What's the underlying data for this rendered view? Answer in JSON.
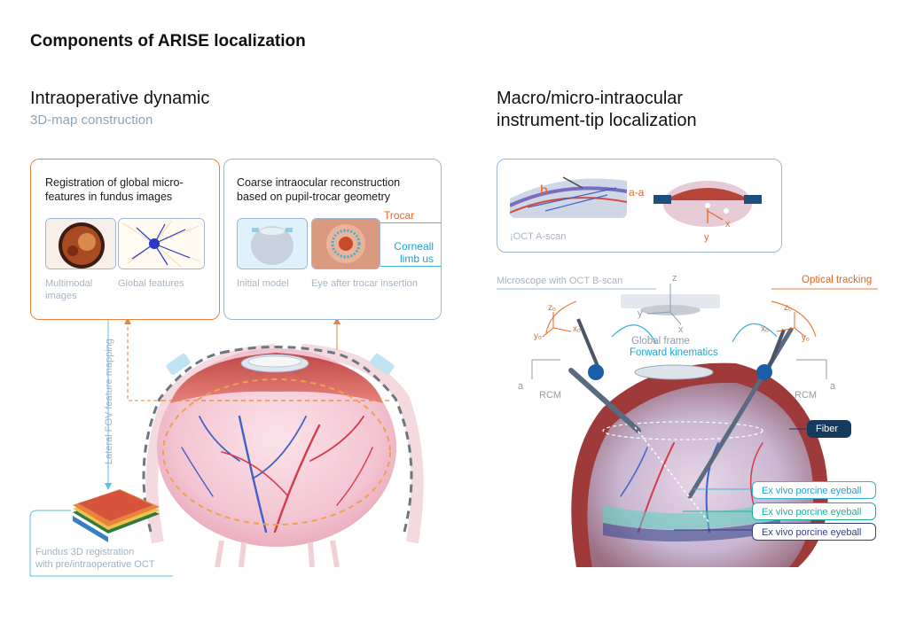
{
  "title": "Components of ARISE localization",
  "left": {
    "heading": "Intraoperative dynamic",
    "subheading": "3D-map construction",
    "box1": {
      "title_line1": "Registration of global micro-",
      "title_line2": "features in fundus images",
      "cap1_line1": "Multimodal",
      "cap1_line2": "images",
      "cap2": "Global features"
    },
    "box2": {
      "title_line1": "Coarse intraocular reconstruction",
      "title_line2": "based on pupil-trocar geometry",
      "cap1": "Initial model",
      "cap2": "Eye after trocar insertion",
      "trocar": "Trocar",
      "limbus_line1": "Corneall",
      "limbus_line2": "limb us"
    },
    "vertical_label": "Lateral FOV feature mapping",
    "fundus_line1": "Fundus 3D registration",
    "fundus_line2": "with pre/intraoperative OCT"
  },
  "right": {
    "heading_line1": "Macro/micro-intraocular",
    "heading_line2": "instrument-tip localization",
    "ascan_label": "¡OCT A-scan",
    "aa_label": "a-a",
    "x_label": "x",
    "y_label": "y",
    "microscope_label": "Microscope with OCT B-scan",
    "optical_tracking": "Optical tracking",
    "z_axis": "z",
    "global_y": "y",
    "global_x": "x",
    "global_frame": "Global frame",
    "forward_kinematics": "Forward kinematics",
    "zo": "zₒ",
    "xo": "xₒ",
    "yo": "yₒ",
    "a_label": "a",
    "rcm": "RCM",
    "fiber": "Fiber",
    "pill1": "Ex vivo porcine eyeball",
    "pill2": "Ex vivo porcine eyeball",
    "pill3": "Ex vivo porcine eyeball"
  },
  "colors": {
    "orange": "#e8823e",
    "blue_border": "#9cb8d4",
    "cyan": "#1aa3d6",
    "navy": "#163a5c"
  }
}
